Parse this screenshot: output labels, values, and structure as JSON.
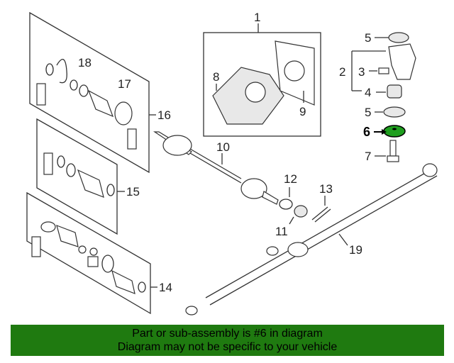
{
  "highlight_color": "#1f9e1f",
  "banner_color": "#1f7a10",
  "callouts": {
    "c1": "1",
    "c2": "2",
    "c3": "3",
    "c4": "4",
    "c5a": "5",
    "c5b": "5",
    "c6": "6",
    "c7": "7",
    "c8": "8",
    "c9": "9",
    "c10": "10",
    "c11": "11",
    "c12": "12",
    "c13": "13",
    "c14": "14",
    "c15": "15",
    "c16": "16",
    "c17": "17",
    "c18": "18",
    "c19": "19"
  },
  "highlighted_part": "6",
  "banner": {
    "line1": "Part or sub-assembly is #6 in diagram",
    "line2": "Diagram may not be specific to your vehicle"
  }
}
